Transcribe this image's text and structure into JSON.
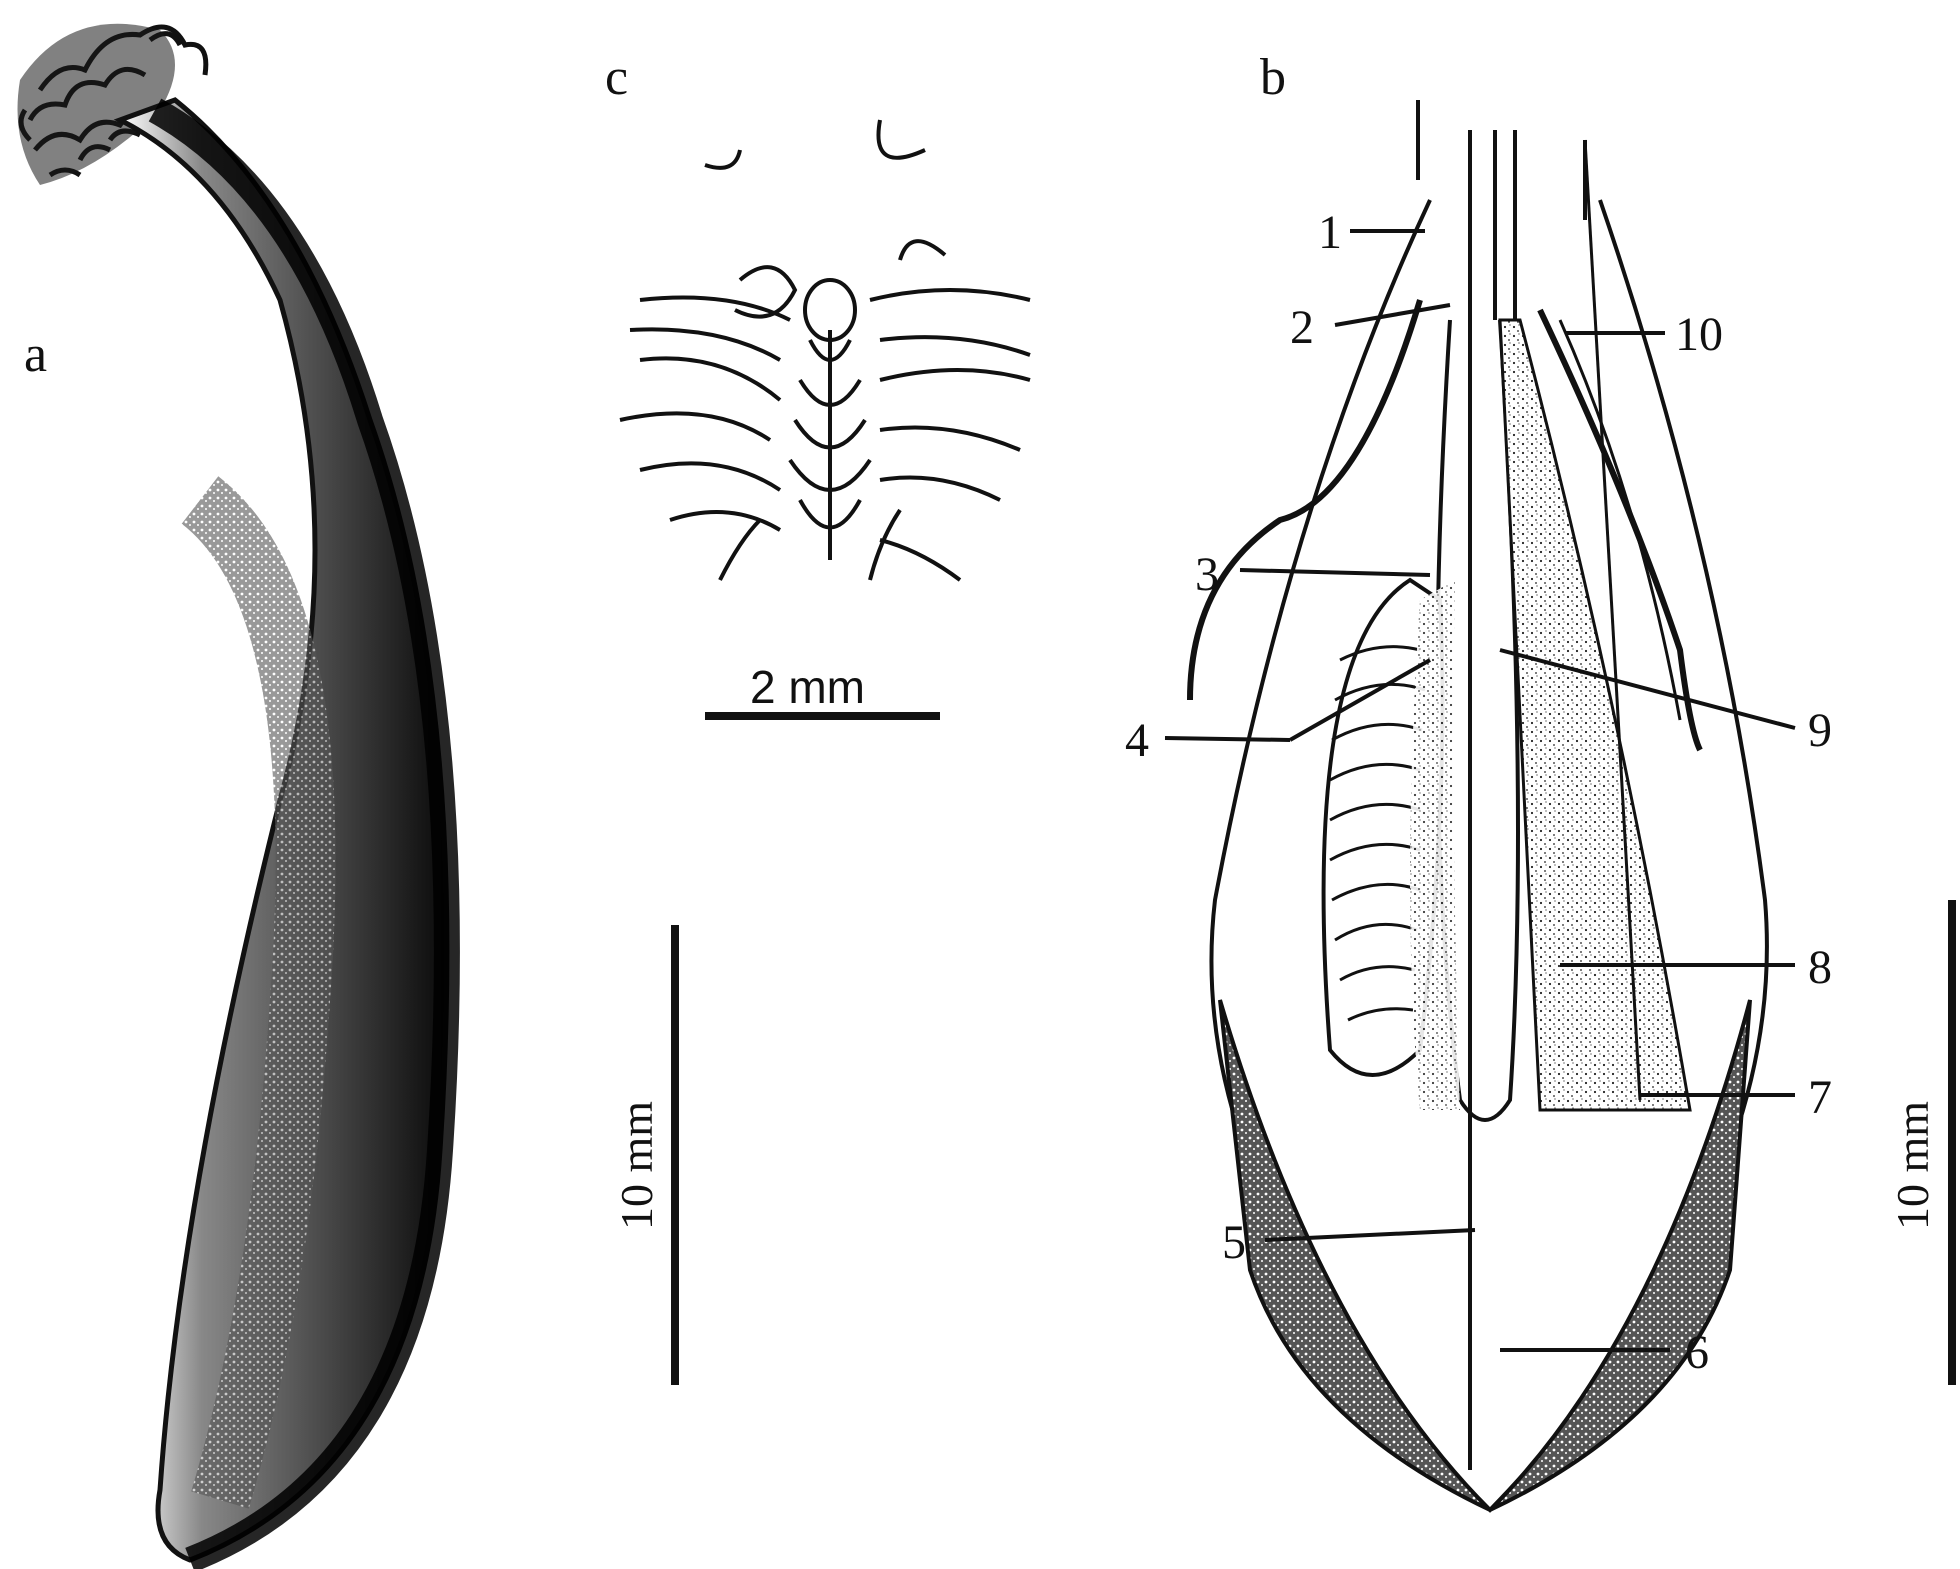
{
  "panels": {
    "a": {
      "letter": "a"
    },
    "b": {
      "letter": "b"
    },
    "c": {
      "letter": "c"
    }
  },
  "scale_bars": {
    "c_bar": "2 mm",
    "middle_bar": "10 mm",
    "right_bar": "10 mm"
  },
  "labels": [
    "1",
    "2",
    "3",
    "4",
    "5",
    "6",
    "7",
    "8",
    "9",
    "10"
  ],
  "colors": {
    "ink": "#111111",
    "paper": "#ffffff",
    "stipple": "#2a2a2a"
  }
}
